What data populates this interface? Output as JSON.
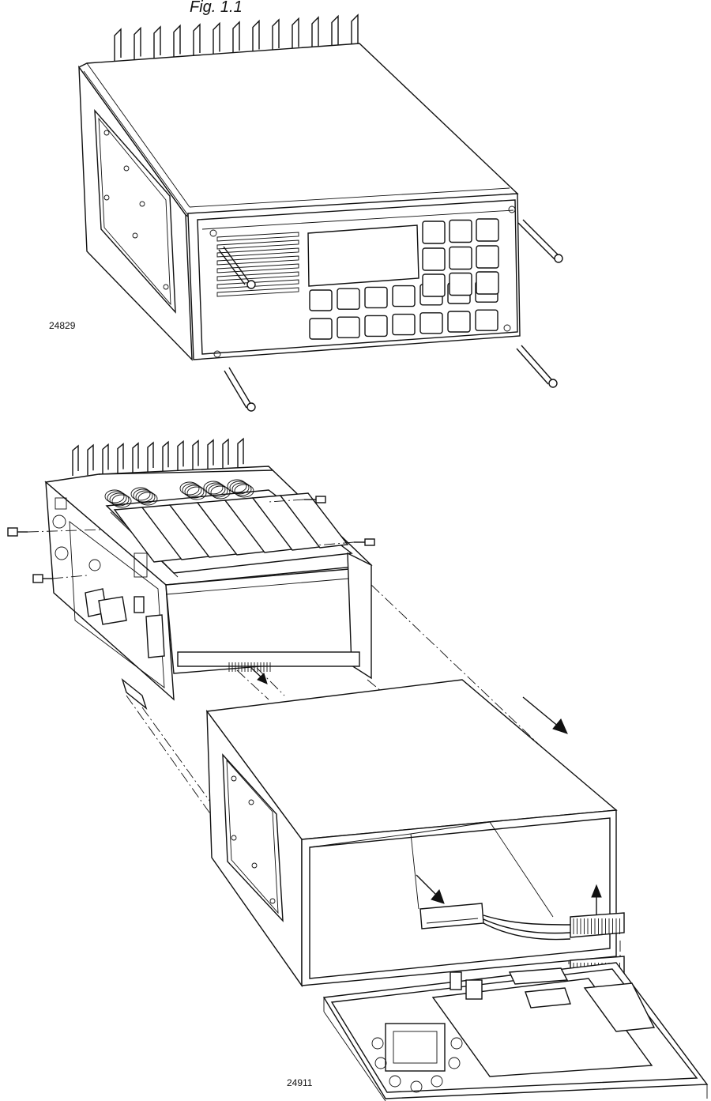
{
  "figure": {
    "title": "Fig. 1.1",
    "top_reference": "24829",
    "bottom_reference": "24911"
  },
  "colors": {
    "ink": "#111111",
    "paper": "#ffffff"
  }
}
